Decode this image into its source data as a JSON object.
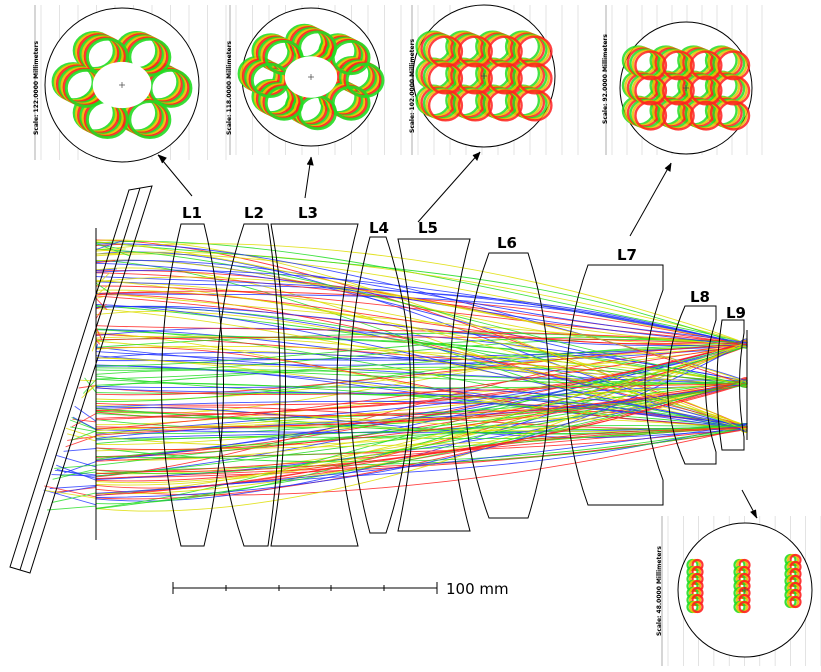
{
  "lenses": [
    {
      "id": "L1",
      "label": "L1"
    },
    {
      "id": "L2",
      "label": "L2"
    },
    {
      "id": "L3",
      "label": "L3"
    },
    {
      "id": "L4",
      "label": "L4"
    },
    {
      "id": "L5",
      "label": "L5"
    },
    {
      "id": "L6",
      "label": "L6"
    },
    {
      "id": "L7",
      "label": "L7"
    },
    {
      "id": "L8",
      "label": "L8"
    },
    {
      "id": "L9",
      "label": "L9"
    }
  ],
  "spot_diagrams": [
    {
      "id": "spot-1",
      "scale_label": "Scale: 122.0000 Millimeters"
    },
    {
      "id": "spot-2",
      "scale_label": "Scale: 118.0000 Millimeters"
    },
    {
      "id": "spot-3",
      "scale_label": "Scale: 102.0000 Millimeters"
    },
    {
      "id": "spot-4",
      "scale_label": "Scale: 92.0000 Millimeters"
    },
    {
      "id": "spot-5",
      "scale_label": "Scale: 48.0000 Millimeters"
    }
  ],
  "scale_bar": {
    "label": "100 mm"
  },
  "colors": {
    "ray_red": "#ff2020",
    "ray_green": "#22dd22",
    "ray_blue": "#2233ff",
    "ray_yellow": "#dddd00",
    "spot_yellow": "#e8c000",
    "outline": "#000000",
    "grid": "#d0d0d0"
  }
}
